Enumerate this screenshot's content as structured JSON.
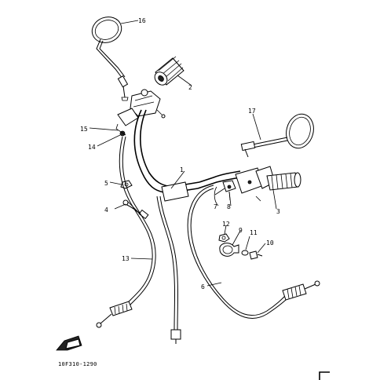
{
  "diagram": {
    "code": "10F310-1290",
    "callouts": [
      "1",
      "2",
      "3",
      "4",
      "5",
      "6",
      "7",
      "8",
      "9",
      "10",
      "11",
      "12",
      "13",
      "14",
      "15",
      "16",
      "17"
    ]
  }
}
